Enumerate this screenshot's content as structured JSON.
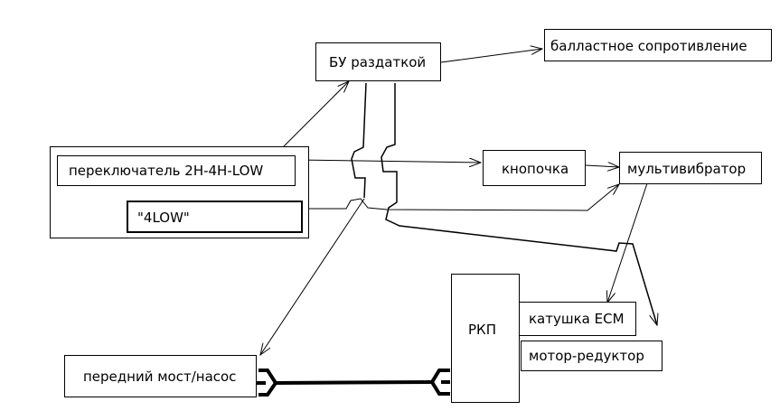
{
  "diagram": {
    "nodes": {
      "bu_razdatkoy": "БУ раздаткой",
      "ballast": "балластное сопротивление",
      "switch": "переключатель 2H-4H-LOW",
      "low4": "\"4LOW\"",
      "button": "кнопочка",
      "multivibrator": "мультивибратор",
      "rkp": "РКП",
      "coil": "катушка ECM",
      "motor": "мотор-редуктор",
      "front_axle": "передний мост/насос"
    },
    "edges": [
      {
        "from": "switch",
        "to": "bu_razdatkoy"
      },
      {
        "from": "bu_razdatkoy",
        "to": "ballast"
      },
      {
        "from": "switch",
        "to": "button"
      },
      {
        "from": "button",
        "to": "multivibrator"
      },
      {
        "from": "low4",
        "to": "multivibrator"
      },
      {
        "from": "multivibrator",
        "to": "coil"
      },
      {
        "from": "bu_razdatkoy",
        "to": "motor"
      },
      {
        "from": "low4",
        "to": "front_axle"
      },
      {
        "from": "front_axle",
        "to": "rkp",
        "kind": "shaft"
      }
    ],
    "colors": {
      "line": "#000000",
      "background": "#ffffff"
    }
  }
}
